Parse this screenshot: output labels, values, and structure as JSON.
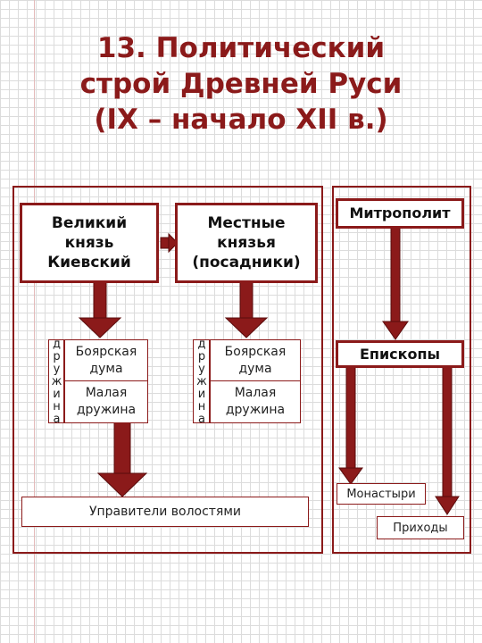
{
  "title": {
    "line1": "13. Политический",
    "line2": "строй Древней Руси",
    "line3": "(IX – начало XII в.)"
  },
  "boxes": {
    "grand_prince": "Великий князь Киевский",
    "local_princes": "Местные князья (посадники)",
    "metropolitan": "Митрополит",
    "bishops": "Епископы",
    "monasteries": "Монастыри",
    "parishes": "Приходы",
    "volost_governors": "Управители волостями"
  },
  "left_group": {
    "druzhina": "дружина",
    "boyar_duma": "Боярская дума",
    "small_druzhina": "Малая дружина"
  },
  "right_group": {
    "druzhina": "дружина",
    "boyar_duma": "Боярская дума",
    "small_druzhina": "Малая дружина"
  },
  "colors": {
    "accent": "#8b1a1a"
  }
}
